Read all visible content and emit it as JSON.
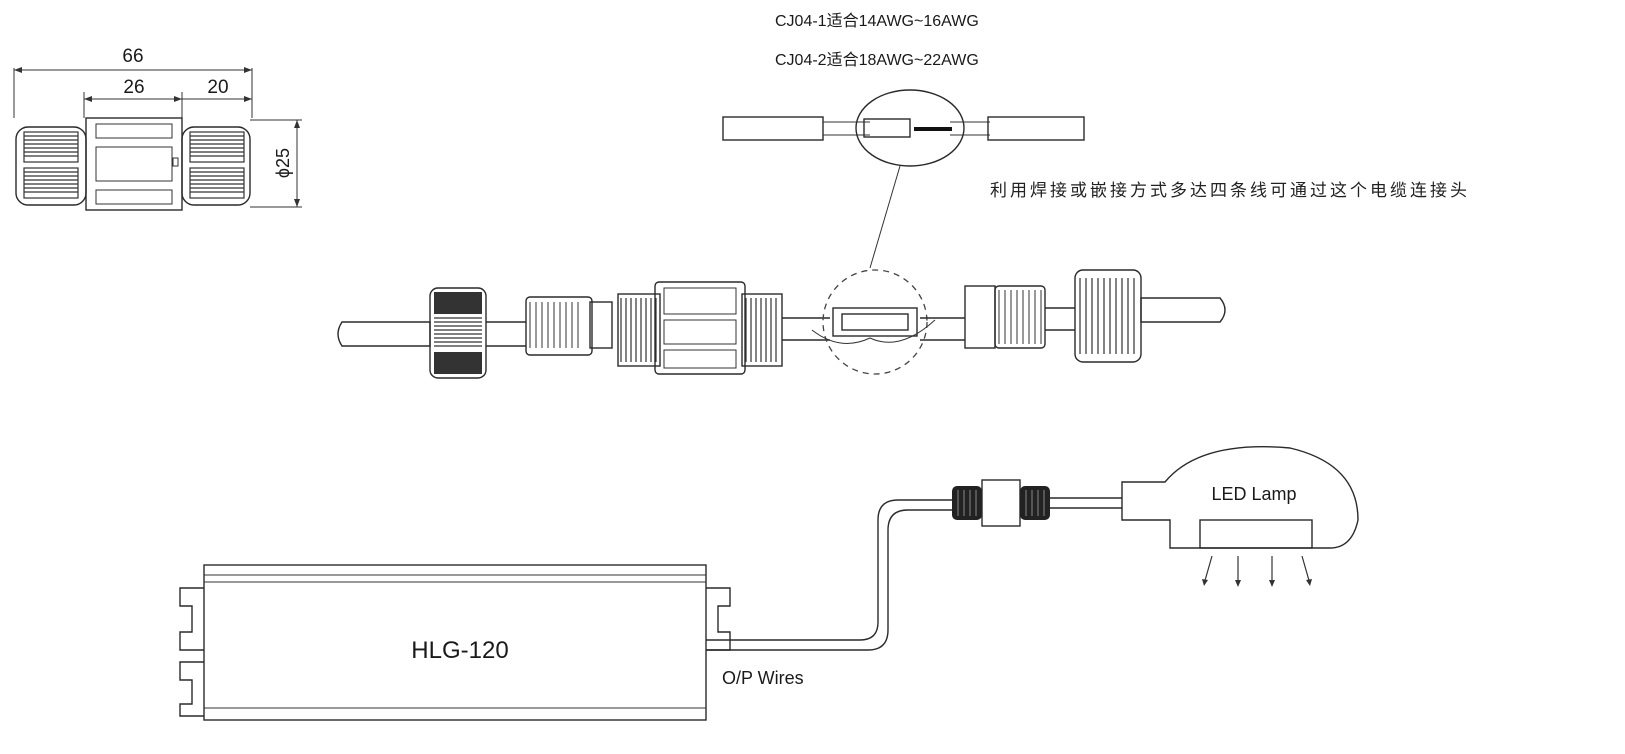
{
  "dimensions": {
    "overall_length": "66",
    "body_length": "26",
    "nut_length": "20",
    "diameter": "ϕ25"
  },
  "awg_notes": {
    "cj04_1": "CJ04-1适合14AWG~16AWG",
    "cj04_2": "CJ04-2适合18AWG~22AWG"
  },
  "connection_note": "利用焊接或嵌接方式多达四条线可通过这个电缆连接头",
  "driver": {
    "model": "HLG-120",
    "output_label": "O/P Wires"
  },
  "lamp": {
    "label": "LED Lamp"
  }
}
